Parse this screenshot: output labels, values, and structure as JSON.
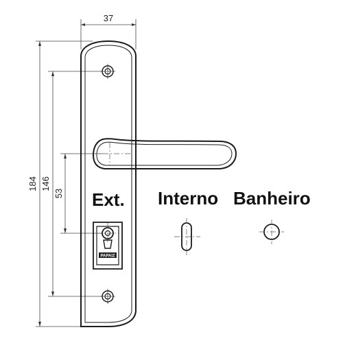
{
  "dimensions": {
    "width": "37",
    "overall_height": "184",
    "screw_spacing": "146",
    "handle_to_cylinder": "53"
  },
  "labels": {
    "ext": "Ext.",
    "interno": "Interno",
    "banheiro": "Banheiro"
  },
  "cylinder_marking": "PAPAIZ"
}
